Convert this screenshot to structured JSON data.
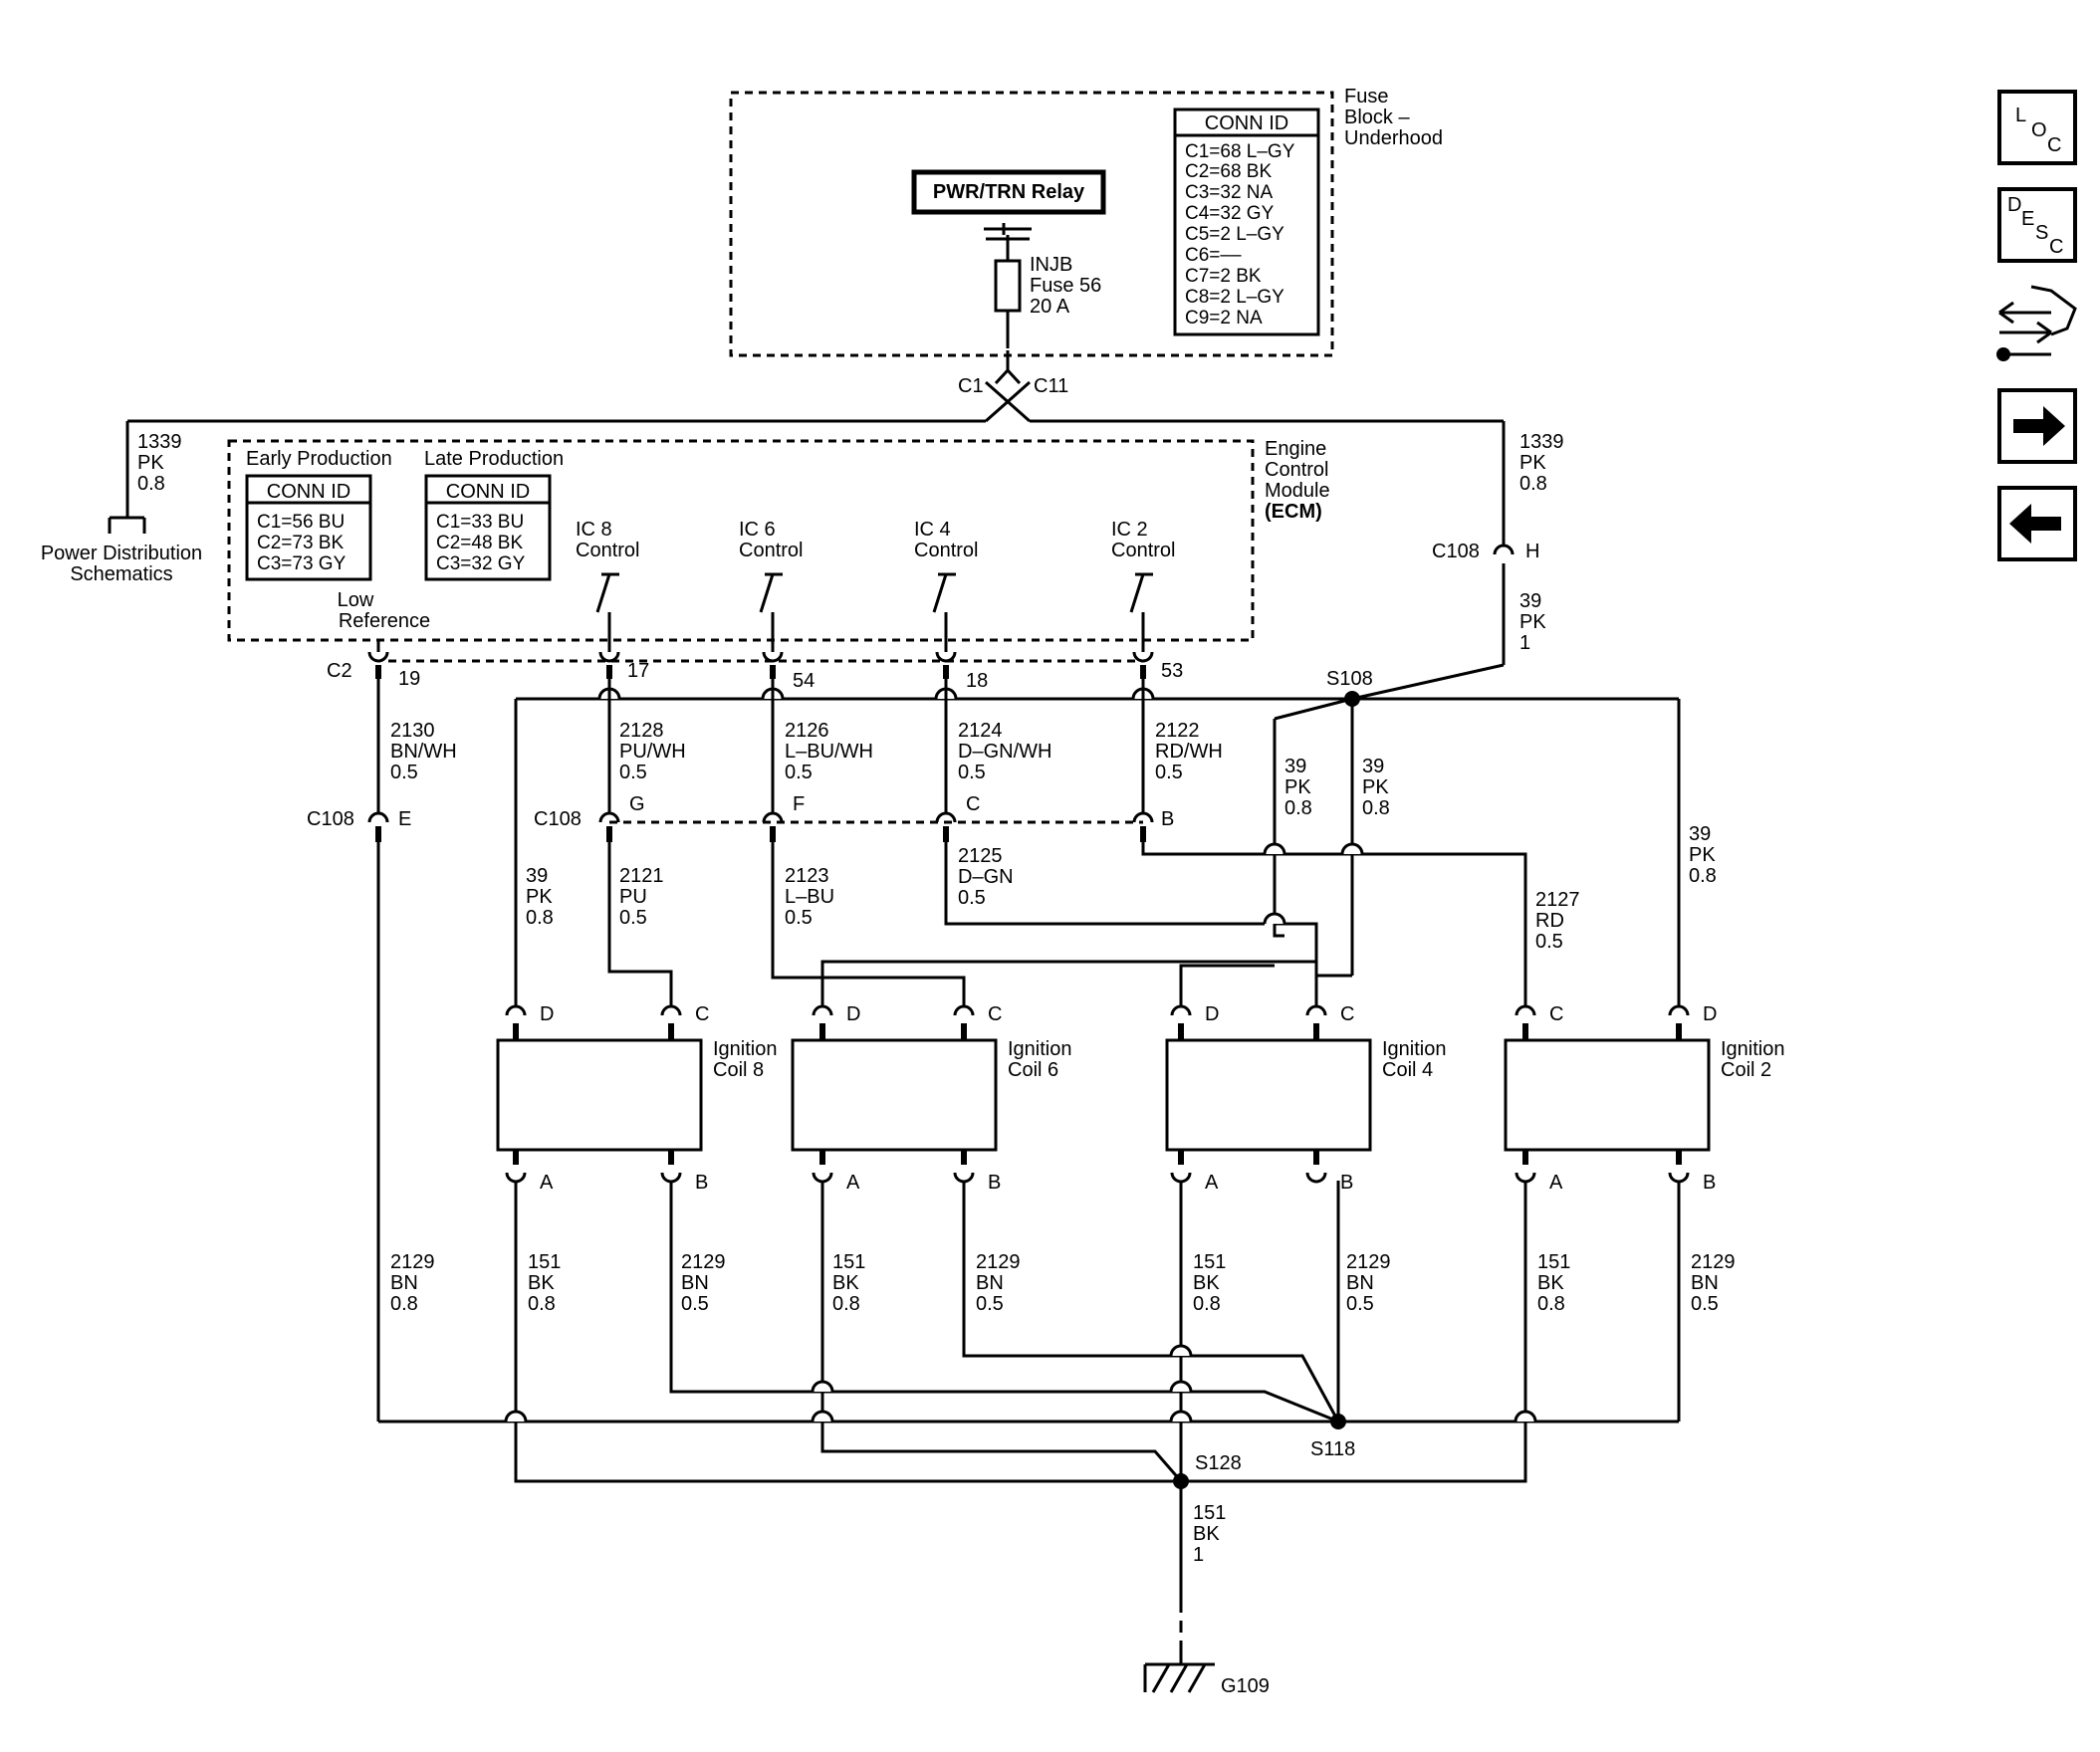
{
  "fuse_block": {
    "title": [
      "Fuse",
      "Block –",
      "Underhood"
    ],
    "relay": "PWR/TRN Relay",
    "fuse": [
      "INJB",
      "Fuse 56",
      "20 A"
    ],
    "conn_title": "CONN ID",
    "conn": [
      "C1=68 L–GY",
      "C2=68 BK",
      "C3=32 NA",
      "C4=32 GY",
      "C5=2 L–GY",
      "C6=––",
      "C7=2 BK",
      "C8=2 L–GY",
      "C9=2 NA"
    ]
  },
  "splice_c1c11": {
    "left": "C1",
    "right": "C11"
  },
  "power_left": {
    "circuit": [
      "1339",
      "PK",
      "0.8"
    ],
    "label": [
      "Power Distribution",
      "Schematics"
    ]
  },
  "power_right": {
    "circuit": [
      "1339",
      "PK",
      "0.8"
    ],
    "c108": "C108",
    "pin": "H",
    "circuit2": [
      "39",
      "PK",
      "1"
    ]
  },
  "ecm": {
    "title": [
      "Engine",
      "Control",
      "Module",
      "(ECM)"
    ],
    "early": "Early Production",
    "late": "Late Production",
    "conn_title": "CONN ID",
    "early_conn": [
      "C1=56 BU",
      "C2=73 BK",
      "C3=73 GY"
    ],
    "late_conn": [
      "C1=33 BU",
      "C2=48 BK",
      "C3=32 GY"
    ],
    "low_ref": [
      "Low",
      "Reference"
    ],
    "ic8": [
      "IC 8",
      "Control"
    ],
    "ic6": [
      "IC 6",
      "Control"
    ],
    "ic4": [
      "IC 4",
      "Control"
    ],
    "ic2": [
      "IC 2",
      "Control"
    ]
  },
  "ecm_pins": {
    "c2": "C2",
    "p19": "19",
    "p17": "17",
    "p54": "54",
    "p18": "18",
    "p53": "53"
  },
  "splices": {
    "s108": "S108",
    "s118": "S118",
    "s128": "S128"
  },
  "wires": {
    "w2130": [
      "2130",
      "BN/WH",
      "0.5"
    ],
    "w2128": [
      "2128",
      "PU/WH",
      "0.5"
    ],
    "w2126": [
      "2126",
      "L–BU/WH",
      "0.5"
    ],
    "w2124": [
      "2124",
      "D–GN/WH",
      "0.5"
    ],
    "w2122": [
      "2122",
      "RD/WH",
      "0.5"
    ],
    "w39a": [
      "39",
      "PK",
      "0.8"
    ],
    "w39b": [
      "39",
      "PK",
      "0.8"
    ],
    "w39c": [
      "39",
      "PK",
      "0.8"
    ],
    "w39d": [
      "39",
      "PK",
      "0.8"
    ],
    "w2121": [
      "2121",
      "PU",
      "0.5"
    ],
    "w2123": [
      "2123",
      "L–BU",
      "0.5"
    ],
    "w2125": [
      "2125",
      "D–GN",
      "0.5"
    ],
    "w2127": [
      "2127",
      "RD",
      "0.5"
    ],
    "w2129a": [
      "2129",
      "BN",
      "0.8"
    ],
    "w151a": [
      "151",
      "BK",
      "0.8"
    ],
    "w2129b": [
      "2129",
      "BN",
      "0.5"
    ],
    "w151b": [
      "151",
      "BK",
      "0.8"
    ],
    "w2129c": [
      "2129",
      "BN",
      "0.5"
    ],
    "w151c": [
      "151",
      "BK",
      "0.8"
    ],
    "w2129d": [
      "2129",
      "BN",
      "0.5"
    ],
    "w151d": [
      "151",
      "BK",
      "0.8"
    ],
    "w2129e": [
      "2129",
      "BN",
      "0.5"
    ],
    "w151g": [
      "151",
      "BK",
      "1"
    ]
  },
  "c108_row": {
    "left_c108": "C108",
    "pinE": "E",
    "c108": "C108",
    "pinG": "G",
    "pinF": "F",
    "pinC": "C",
    "pinB": "B"
  },
  "coils": {
    "coil8": {
      "label": [
        "Ignition",
        "Coil 8"
      ],
      "pins": [
        "D",
        "C",
        "A",
        "B"
      ]
    },
    "coil6": {
      "label": [
        "Ignition",
        "Coil 6"
      ],
      "pins": [
        "D",
        "C",
        "A",
        "B"
      ]
    },
    "coil4": {
      "label": [
        "Ignition",
        "Coil 4"
      ],
      "pins": [
        "D",
        "C",
        "A",
        "B"
      ]
    },
    "coil2": {
      "label": [
        "Ignition",
        "Coil 2"
      ],
      "pins": [
        "C",
        "D",
        "A",
        "B"
      ]
    }
  },
  "ground": "G109",
  "nav": {
    "loc": [
      "L",
      "O",
      "C"
    ],
    "desc": [
      "D",
      "E",
      "S",
      "C"
    ],
    "arrows": [
      "forward-arrow",
      "back-arrow"
    ]
  }
}
